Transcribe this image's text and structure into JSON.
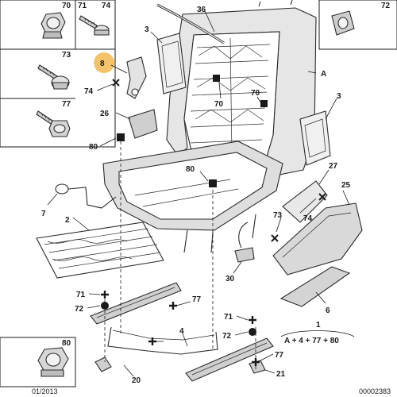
{
  "diagram": {
    "highlight_color": "#f3c26b",
    "part_fill": "#dcdcdc",
    "part_fill_dark": "#bdbdbd",
    "callouts": {
      "c70a": "70",
      "c71": "71",
      "c74a": "74",
      "c72": "72",
      "c36": "36",
      "c3a": "3",
      "c8": "8",
      "c74b": "74",
      "cA": "A",
      "c73a": "73",
      "c70b": "70",
      "c70c": "70",
      "c77": "77",
      "c26": "26",
      "c3b": "3",
      "c80a": "80",
      "c80b": "80",
      "c27": "27",
      "c7": "7",
      "c25": "25",
      "c2": "2",
      "c73b": "73",
      "c74c": "74",
      "c30": "30",
      "c71b": "71",
      "c72b": "72",
      "c77b": "77",
      "c6": "6",
      "c4": "4",
      "c71c": "71",
      "c72c": "72",
      "c77c": "77",
      "c20": "20",
      "c21": "21",
      "c80c": "80"
    },
    "formula": {
      "ref": "1",
      "expr": "A + 4 + 77 + 80"
    },
    "footer": {
      "date": "01/2013",
      "code": "00002383"
    }
  }
}
